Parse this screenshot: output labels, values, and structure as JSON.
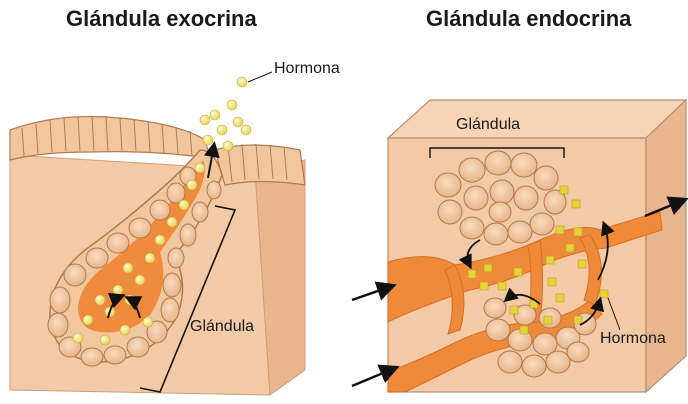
{
  "exocrine": {
    "title": "Glándula exocrina",
    "label_hormone": "Hormona",
    "label_gland": "Glándula"
  },
  "endocrine": {
    "title": "Glándula endocrina",
    "label_gland": "Glándula",
    "label_hormone": "Hormona"
  },
  "colors": {
    "tissue": "#f4c9a6",
    "tissue_side": "#e9b58e",
    "cell_fill": "#f2c79f",
    "cell_stroke": "#b07a4e",
    "vessel": "#ef8a3b",
    "duct": "#f08a3c",
    "hormone_exo": "#f3e27a",
    "hormone_endo": "#e8d23a"
  }
}
